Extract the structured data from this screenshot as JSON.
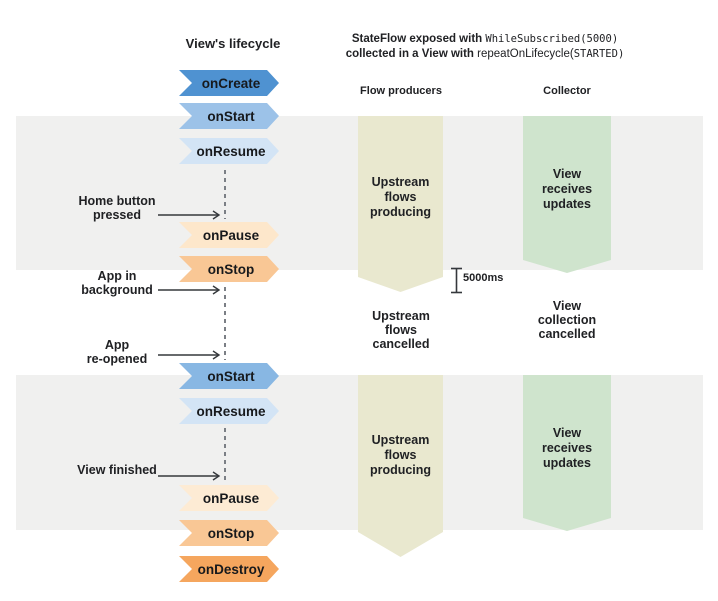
{
  "lifecycle": {
    "title": "View's lifecycle",
    "steps": [
      {
        "label": "onCreate",
        "color": "#4f92d1"
      },
      {
        "label": "onStart",
        "color": "#9cc2e8"
      },
      {
        "label": "onResume",
        "color": "#d3e4f5"
      },
      {
        "label": "onPause",
        "color": "#fde7cb"
      },
      {
        "label": "onStop",
        "color": "#f9c795"
      },
      {
        "label": "onStart",
        "color": "#88b7e3"
      },
      {
        "label": "onResume",
        "color": "#d3e4f5"
      },
      {
        "label": "onPause",
        "color": "#fdebd4"
      },
      {
        "label": "onStop",
        "color": "#f9c795"
      },
      {
        "label": "onDestroy",
        "color": "#f5a65e"
      }
    ],
    "annotations": [
      {
        "label": "Home button\npressed"
      },
      {
        "label": "App in\nbackground"
      },
      {
        "label": "App\nre-opened"
      },
      {
        "label": "View finished"
      }
    ]
  },
  "flow": {
    "subtitle": {
      "line1_bold": "StateFlow exposed with ",
      "line1_code": "WhileSubscribed(5000)",
      "line2_bold": "collected in a View with ",
      "line2_plain": "repeatOnLifecycle(",
      "line2_code": "STARTED)"
    },
    "headers": {
      "producers": "Flow producers",
      "collector": "Collector"
    },
    "bands": {
      "producing_1": "Upstream\nflows\nproducing",
      "receiving_1": "View\nreceives\nupdates",
      "cancelled_flows": "Upstream\nflows\ncancelled",
      "cancelled_view": "View\ncollection\ncancelled",
      "producing_2": "Upstream\nflows\nproducing",
      "receiving_2": "View\nreceives\nupdates"
    },
    "timeout_label": "5000ms",
    "colors": {
      "producer_band": "#e9e8cf",
      "collector_band": "#cfe4cd",
      "timeline_bg": "#f0f0ef"
    }
  }
}
